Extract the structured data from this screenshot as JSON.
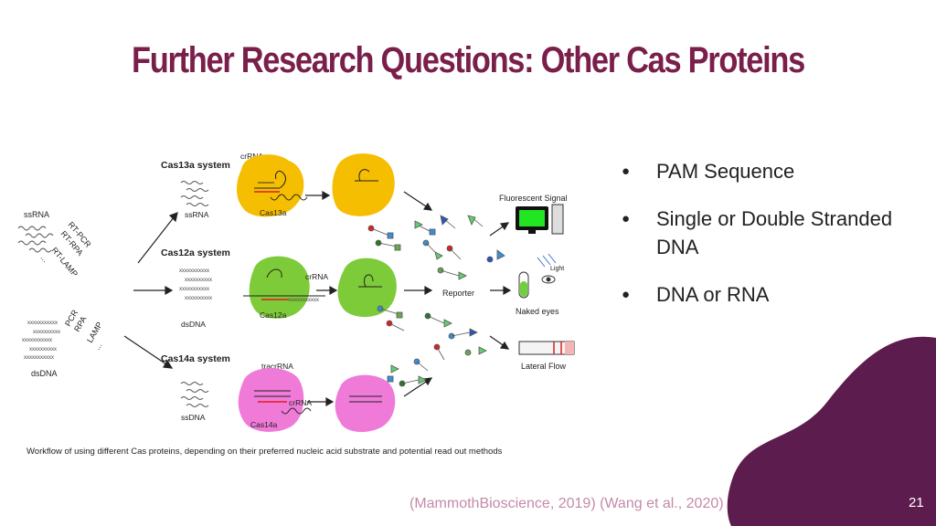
{
  "slide": {
    "title": "Further Research Questions: Other Cas Proteins",
    "bullets": [
      "PAM Sequence",
      "Single or Double Stranded DNA",
      "DNA or RNA"
    ],
    "caption": "Workflow of using different Cas proteins, depending on their preferred nucleic acid substrate and potential read out methods",
    "footer": "(MammothBioscience, 2019) (Wang et al., 2020)",
    "page_number": "21",
    "colors": {
      "title": "#7a1f4a",
      "blob": "#5c1c4e",
      "footer": "#c48aa8"
    }
  },
  "diagram": {
    "left_inputs": {
      "ssrna": "ssRNA",
      "dsdna": "dsDNA"
    },
    "amplification_top": [
      "RT-PCR",
      "RT-RPA",
      "RT-LAMP",
      "..."
    ],
    "amplification_bottom": [
      "PCR",
      "RPA",
      "LAMP",
      "..."
    ],
    "systems": {
      "cas13a": {
        "name": "Cas13a system",
        "guide": "crRNA",
        "substrate": "ssRNA",
        "protein": "Cas13a"
      },
      "cas12a": {
        "name": "Cas12a system",
        "guide": "crRNA",
        "substrate": "dsDNA",
        "protein": "Cas12a"
      },
      "cas14a": {
        "name": "Cas14a system",
        "guide": "tracrRNA",
        "guide2": "crRNA",
        "substrate": "ssDNA",
        "protein": "Cas14a"
      }
    },
    "reporter_label": "Reporter",
    "readouts": {
      "fluorescent": "Fluorescent Signal",
      "light": "Light",
      "naked_eyes": "Naked eyes",
      "lateral_flow": "Lateral Flow"
    }
  }
}
